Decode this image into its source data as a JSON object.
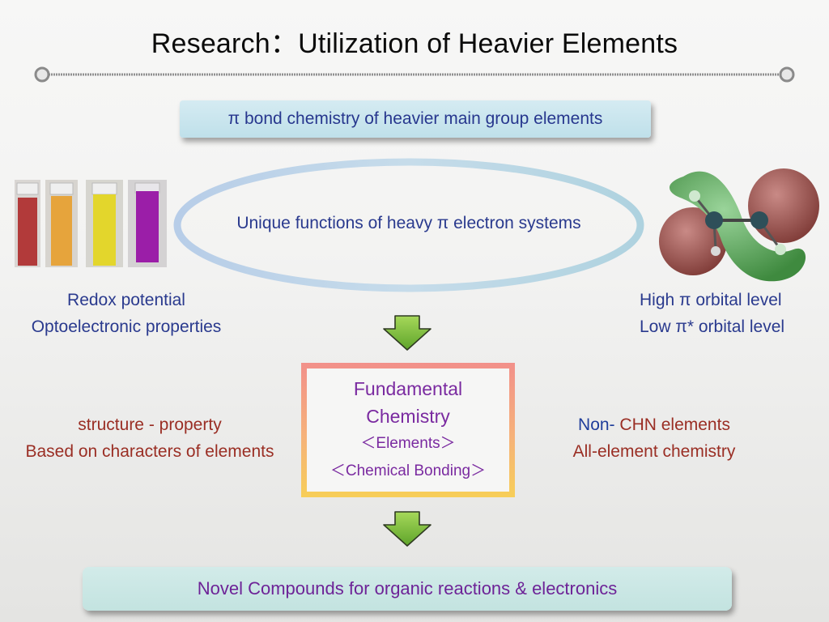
{
  "title": "Research：Utilization of Heavier Elements",
  "top_banner": "π bond chemistry of heavier main group elements",
  "ellipse_text": "Unique functions of heavy π electron systems",
  "left_properties": [
    "Redox potential",
    "Optoelectronic properties"
  ],
  "right_properties": [
    "High π orbital level",
    "Low π* orbital level"
  ],
  "fundamental_box": {
    "line1": "Fundamental",
    "line2": "Chemistry",
    "line3": "＜Elements＞",
    "line4": "＜Chemical Bonding＞"
  },
  "left_notes": [
    "structure - property",
    "Based on characters of elements"
  ],
  "right_notes": {
    "prefix": "Non-",
    "rest": " CHN elements",
    "line2": "All-element chemistry"
  },
  "bottom_banner": "Novel Compounds for organic reactions & electronics",
  "colors": {
    "blue_text": "#2a3a8e",
    "red_text": "#9a2e24",
    "purple_text": "#7a2aa0",
    "arrow_green": "#6fb52f"
  },
  "vial_colors": [
    "#b23a3a",
    "#e6a43c",
    "#e3d62c",
    "#9b1ea8"
  ]
}
